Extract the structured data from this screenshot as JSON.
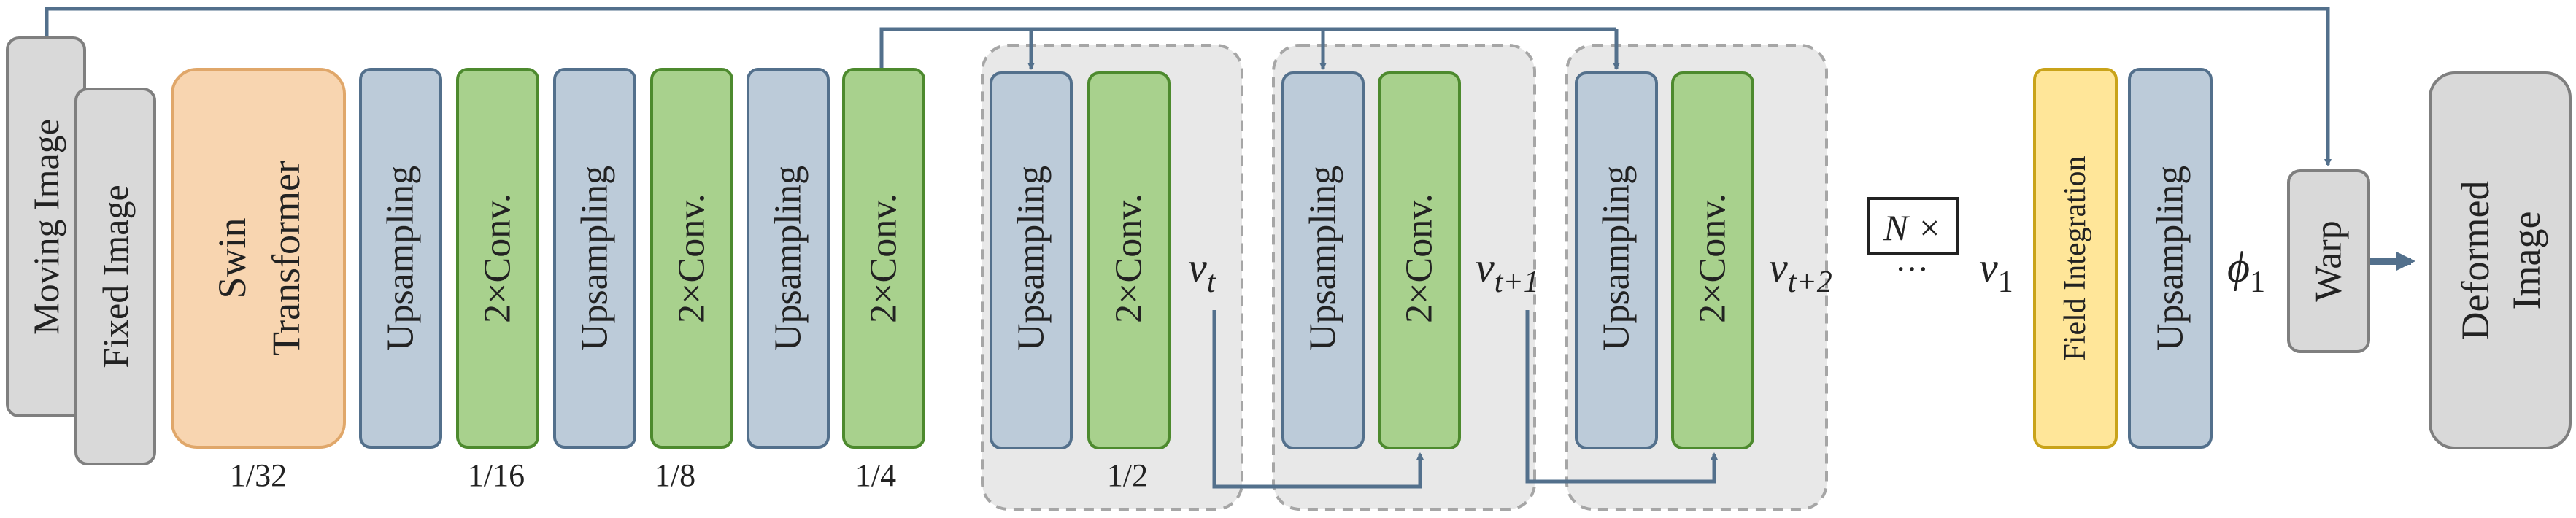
{
  "blocks": {
    "moving_image": "Moving Image",
    "fixed_image": "Fixed Image",
    "swin_line1": "Swin",
    "swin_line2": "Transformer",
    "upsampling": "Upsampling",
    "conv": "2×Conv.",
    "field_integration": "Field Integration",
    "warp": "Warp",
    "deformed_line1": "Deformed",
    "deformed_line2": "Image"
  },
  "scales": {
    "s32": "1/32",
    "s16": "1/16",
    "s8": "1/8",
    "s4": "1/4",
    "s2": "1/2"
  },
  "symbols": {
    "v": "v",
    "sub_t": "t",
    "sub_t1": "t+1",
    "sub_t2": "t+2",
    "ellipsis": "···",
    "n_times": "N ×",
    "v1_base": "v",
    "v1_sub": "1",
    "phi": "ϕ",
    "phi_sub": "1"
  },
  "colors": {
    "upsampling_fill": "#bccbd9",
    "upsampling_stroke": "#53708c",
    "conv_fill": "#a8d18d",
    "conv_stroke": "#4d8a2e",
    "swin_fill": "#f8d5b0",
    "swin_stroke": "#e0a76a",
    "field_fill": "#ffe699",
    "field_stroke": "#c9a31a",
    "image_fill": "#d9d9d9",
    "image_stroke": "#7f7f7f",
    "group_fill": "#e8e8e8",
    "group_stroke": "#a6a6a6",
    "arrow": "#53708c"
  }
}
